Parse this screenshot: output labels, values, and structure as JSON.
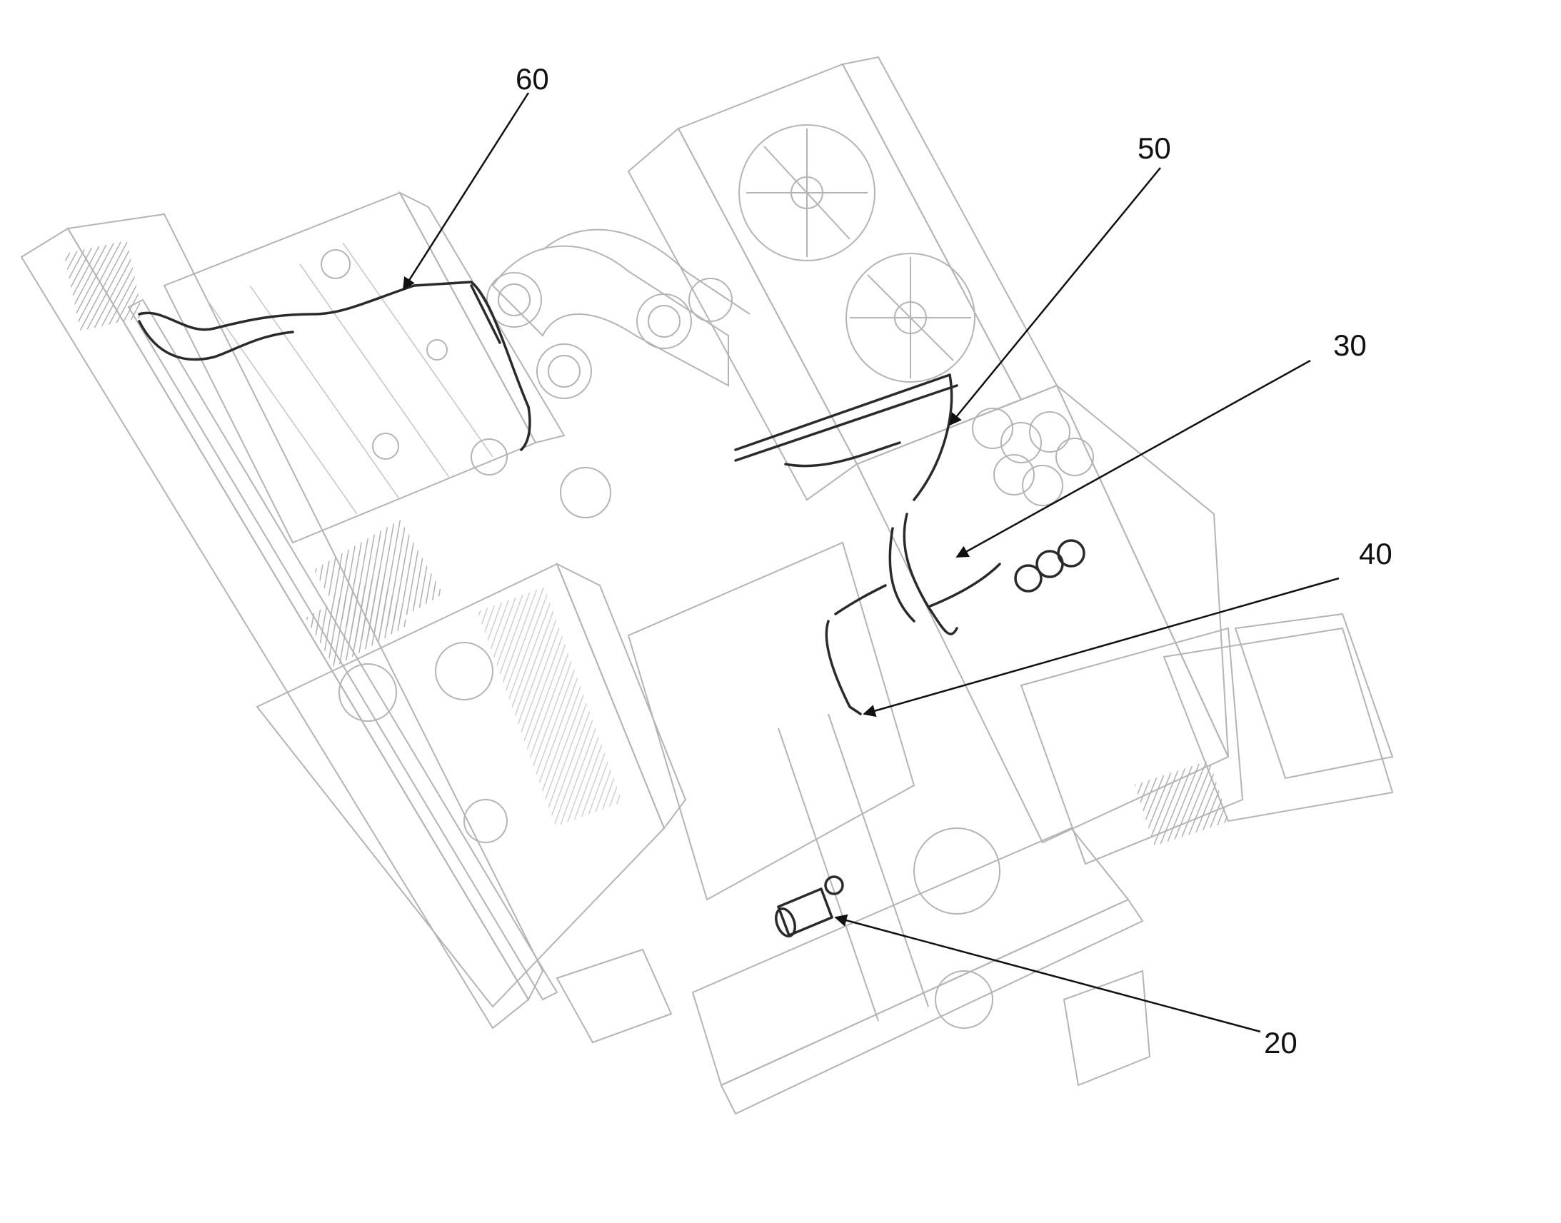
{
  "figure": {
    "reference_numerals": [
      {
        "id": "ref-60",
        "text": "60"
      },
      {
        "id": "ref-50",
        "text": "50"
      },
      {
        "id": "ref-30",
        "text": "30"
      },
      {
        "id": "ref-40",
        "text": "40"
      },
      {
        "id": "ref-20",
        "text": "20"
      }
    ],
    "colors": {
      "chassis_line": "#b4b4b4",
      "harness_line": "#2a2a2a",
      "leader_line": "#111111",
      "background": "#ffffff"
    }
  }
}
